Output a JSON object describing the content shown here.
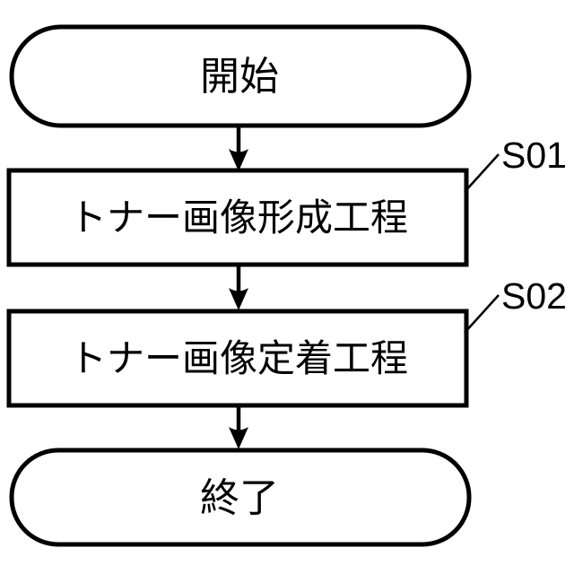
{
  "figure": {
    "kind": "flowchart",
    "background_color": "#ffffff",
    "stroke_color": "#000000",
    "text_color": "#000000",
    "nodes": [
      {
        "id": "start",
        "shape": "terminator",
        "label": "開始"
      },
      {
        "id": "step1",
        "shape": "process",
        "label": "トナー画像形成工程",
        "step_label": "S01"
      },
      {
        "id": "step2",
        "shape": "process",
        "label": "トナー画像定着工程",
        "step_label": "S02"
      },
      {
        "id": "end",
        "shape": "terminator",
        "label": "終了"
      }
    ],
    "edges": [
      {
        "from": "start",
        "to": "step1",
        "direction": "down"
      },
      {
        "from": "step1",
        "to": "step2",
        "direction": "down"
      },
      {
        "from": "step2",
        "to": "end",
        "direction": "down"
      }
    ]
  }
}
